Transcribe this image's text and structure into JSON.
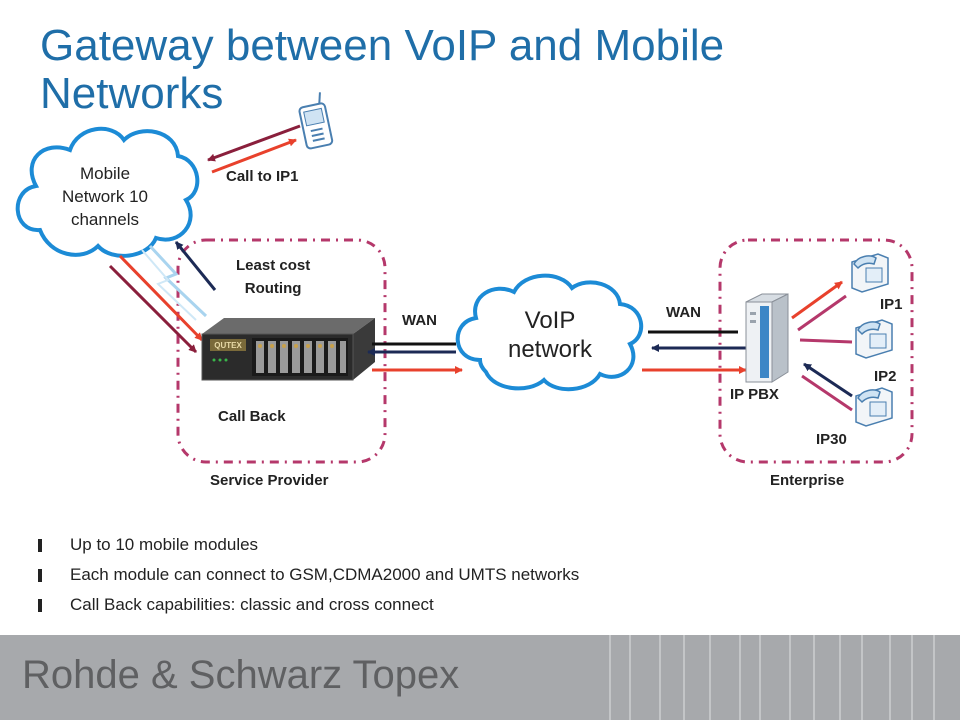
{
  "title": "Gateway between VoIP and Mobile Networks",
  "mobile_cloud": {
    "line1": "Mobile",
    "line2": "Network 10",
    "line3": "channels"
  },
  "voip_cloud": {
    "line1": "VoIP",
    "line2": "network"
  },
  "labels": {
    "call_to_ip1": "Call to IP1",
    "least_cost_1": "Least cost",
    "least_cost_2": "Routing",
    "wan_left": "WAN",
    "wan_right": "WAN",
    "call_back": "Call Back",
    "ip_pbx": "IP PBX",
    "ip1": "IP1",
    "ip2": "IP2",
    "ip30": "IP30",
    "service_provider": "Service Provider",
    "enterprise": "Enterprise",
    "device_brand": "QUTEX"
  },
  "bullets": [
    "Up to 10 mobile modules",
    "Each module can connect to GSM,CDMA2000 and UMTS networks",
    "Call Back capabilities: classic and cross connect"
  ],
  "footer": {
    "brand": "Rohde & Schwarz Topex"
  },
  "colors": {
    "title": "#1f6ea8",
    "dashed": "#b5386b",
    "red_arrow": "#e8412c",
    "dark_arrow": "#1c2a55",
    "maroon": "#8a1f3c"
  }
}
